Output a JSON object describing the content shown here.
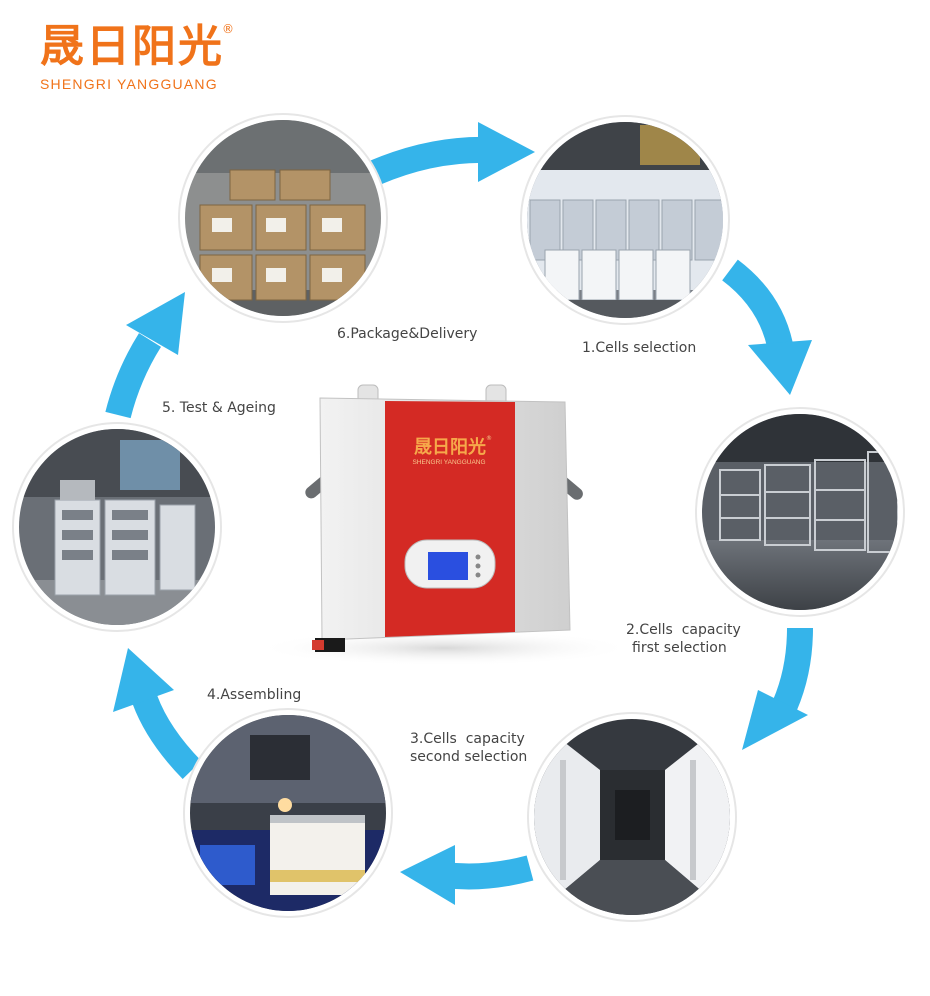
{
  "brand": {
    "name_cn": "晟日阳光",
    "name_en": "SHENGRI YANGGUANG",
    "registered": "®",
    "color": "#f0731a"
  },
  "device": {
    "brand_cn": "晟日阳光",
    "brand_en": "SHENGRI YANGGUANG",
    "registered": "®",
    "panel_color": "#d42a24",
    "screen_color": "#2a4fe0"
  },
  "arrow_color": "#35b4ea",
  "steps": [
    {
      "label": "1.Cells selection",
      "scene": "battery cells on table"
    },
    {
      "label_line1": "2.Cells  capacity",
      "label_line2": "first selection",
      "scene": "battery racks in hall"
    },
    {
      "label_line1": "3.Cells  capacity",
      "label_line2": "second selection",
      "scene": "aisle of cabinets"
    },
    {
      "label": "4.Assembling",
      "scene": "module welding"
    },
    {
      "label": "5. Test & Ageing",
      "scene": "test cabinets"
    },
    {
      "label": "6.Package&Delivery",
      "scene": "stacked cartons"
    }
  ]
}
